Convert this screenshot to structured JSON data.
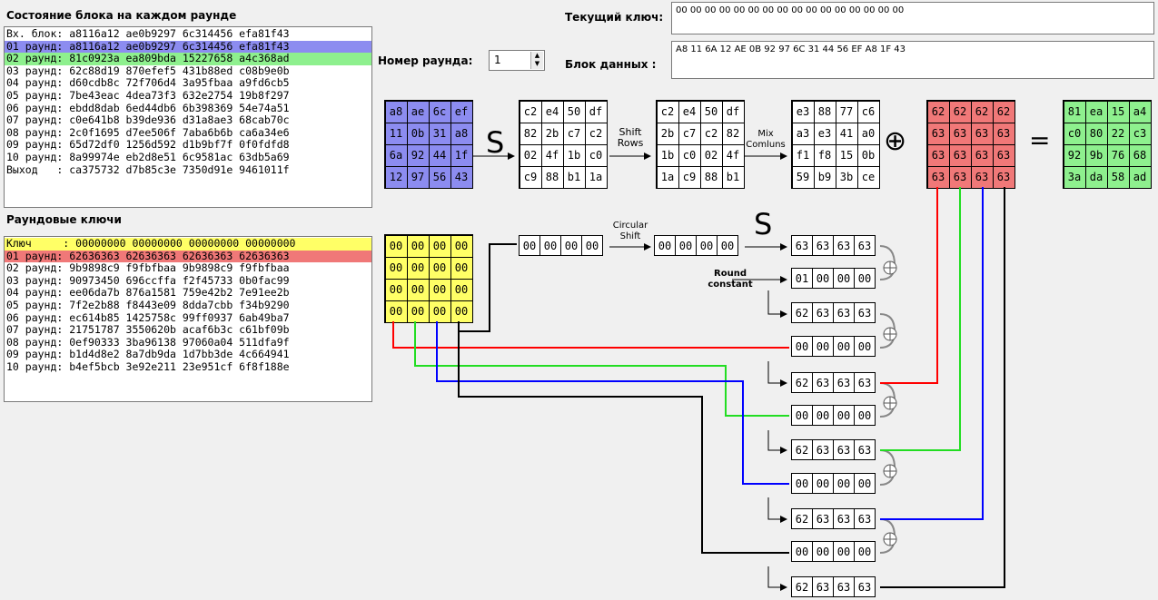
{
  "state_section": {
    "title": "Состояние блока на каждом раунде",
    "rows": [
      "Вх. блок: a8116a12 ae0b9297 6c314456 efa81f43",
      "01 раунд: a8116a12 ae0b9297 6c314456 efa81f43",
      "02 раунд: 81c0923a ea809bda 15227658 a4c368ad",
      "03 раунд: 62c88d19 870efef5 431b88ed c08b9e0b",
      "04 раунд: d60cdb8c 72f706d4 3a95fbaa a9fd6cb5",
      "05 раунд: 7be43eac 4dea73f3 632e2754 19b8f297",
      "06 раунд: ebdd8dab 6ed44db6 6b398369 54e74a51",
      "07 раунд: c0e641b8 b39de936 d31a8ae3 68cab70c",
      "08 раунд: 2c0f1695 d7ee506f 7aba6b6b ca6a34e6",
      "09 раунд: 65d72df0 1256d592 d1b9bf7f 0f0fdfd8",
      "10 раунд: 8a99974e eb2d8e51 6c9581ac 63db5a69",
      "Выход   : ca375732 d7b85c3e 7350d91e 9461011f"
    ],
    "highlight_colors": [
      "",
      "#8c8cf0",
      "#8ef08e",
      "",
      "",
      "",
      "",
      "",
      "",
      "",
      "",
      ""
    ]
  },
  "keys_section": {
    "title": "Раундовые ключи",
    "rows": [
      "Ключ     : 00000000 00000000 00000000 00000000",
      "01 раунд: 62636363 62636363 62636363 62636363",
      "02 раунд: 9b9898c9 f9fbfbaa 9b9898c9 f9fbfbaa",
      "03 раунд: 90973450 696ccffa f2f45733 0b0fac99",
      "04 раунд: ee06da7b 876a1581 759e42b2 7e91ee2b",
      "05 раунд: 7f2e2b88 f8443e09 8dda7cbb f34b9290",
      "06 раунд: ec614b85 1425758c 99ff0937 6ab49ba7",
      "07 раунд: 21751787 3550620b acaf6b3c c61bf09b",
      "08 раунд: 0ef90333 3ba96138 97060a04 511dfa9f",
      "09 раунд: b1d4d8e2 8a7db9da 1d7bb3de 4c664941",
      "10 раунд: b4ef5bcb 3e92e211 23e951cf 6f8f188e"
    ],
    "highlight_colors": [
      "#ffff66",
      "#f07878",
      "",
      "",
      "",
      "",
      "",
      "",
      "",
      "",
      ""
    ]
  },
  "controls": {
    "round_label": "Номер раунда:",
    "round_value": "1",
    "current_key_label": "Текущий ключ:",
    "current_key_value": "00 00 00 00 00 00 00 00 00 00 00 00 00 00 00 00",
    "data_block_label": "Блок данных :",
    "data_block_value": "A8 11 6A 12 AE 0B 92 97 6C 31 44 56 EF A8 1F 43"
  },
  "colors": {
    "state_purple": "#8c8cf0",
    "key_red": "#f07878",
    "result_green": "#8ef08e",
    "key_yellow": "#ffff66",
    "line_red": "#ff0000",
    "line_green": "#22dd22",
    "line_blue": "#0000ff",
    "line_black": "#000000"
  },
  "diagram": {
    "op_labels": {
      "sbox": "S",
      "shift_rows": "Shift\nRows",
      "mix_columns": "Mix\nComluns",
      "xor": "⊕",
      "equals": "=",
      "circular_shift": "Circular\nShift",
      "round_constant": "Round\nconstant",
      "sbox2": "S"
    },
    "state_in": [
      [
        "a8",
        "ae",
        "6c",
        "ef"
      ],
      [
        "11",
        "0b",
        "31",
        "a8"
      ],
      [
        "6a",
        "92",
        "44",
        "1f"
      ],
      [
        "12",
        "97",
        "56",
        "43"
      ]
    ],
    "after_sub": [
      [
        "c2",
        "e4",
        "50",
        "df"
      ],
      [
        "82",
        "2b",
        "c7",
        "c2"
      ],
      [
        "02",
        "4f",
        "1b",
        "c0"
      ],
      [
        "c9",
        "88",
        "b1",
        "1a"
      ]
    ],
    "after_shift": [
      [
        "c2",
        "e4",
        "50",
        "df"
      ],
      [
        "2b",
        "c7",
        "c2",
        "82"
      ],
      [
        "1b",
        "c0",
        "02",
        "4f"
      ],
      [
        "1a",
        "c9",
        "88",
        "b1"
      ]
    ],
    "after_mix": [
      [
        "e3",
        "88",
        "77",
        "c6"
      ],
      [
        "a3",
        "e3",
        "41",
        "a0"
      ],
      [
        "f1",
        "f8",
        "15",
        "0b"
      ],
      [
        "59",
        "b9",
        "3b",
        "ce"
      ]
    ],
    "round_key": [
      [
        "62",
        "62",
        "62",
        "62"
      ],
      [
        "63",
        "63",
        "63",
        "63"
      ],
      [
        "63",
        "63",
        "63",
        "63"
      ],
      [
        "63",
        "63",
        "63",
        "63"
      ]
    ],
    "result": [
      [
        "81",
        "ea",
        "15",
        "a4"
      ],
      [
        "c0",
        "80",
        "22",
        "c3"
      ],
      [
        "92",
        "9b",
        "76",
        "68"
      ],
      [
        "3a",
        "da",
        "58",
        "ad"
      ]
    ],
    "key_matrix": [
      [
        "00",
        "00",
        "00",
        "00"
      ],
      [
        "00",
        "00",
        "00",
        "00"
      ],
      [
        "00",
        "00",
        "00",
        "00"
      ],
      [
        "00",
        "00",
        "00",
        "00"
      ]
    ],
    "last_col": [
      "00",
      "00",
      "00",
      "00"
    ],
    "rotated": [
      "00",
      "00",
      "00",
      "00"
    ],
    "subbed": [
      "63",
      "63",
      "63",
      "63"
    ],
    "rcon": [
      "01",
      "00",
      "00",
      "00"
    ],
    "w4": [
      "62",
      "63",
      "63",
      "63"
    ],
    "col0": [
      "00",
      "00",
      "00",
      "00"
    ],
    "w5_in": [
      "62",
      "63",
      "63",
      "63"
    ],
    "col1": [
      "00",
      "00",
      "00",
      "00"
    ],
    "w5": [
      "62",
      "63",
      "63",
      "63"
    ],
    "col2": [
      "00",
      "00",
      "00",
      "00"
    ],
    "w6": [
      "62",
      "63",
      "63",
      "63"
    ],
    "col3": [
      "00",
      "00",
      "00",
      "00"
    ],
    "w7": [
      "62",
      "63",
      "63",
      "63"
    ]
  }
}
